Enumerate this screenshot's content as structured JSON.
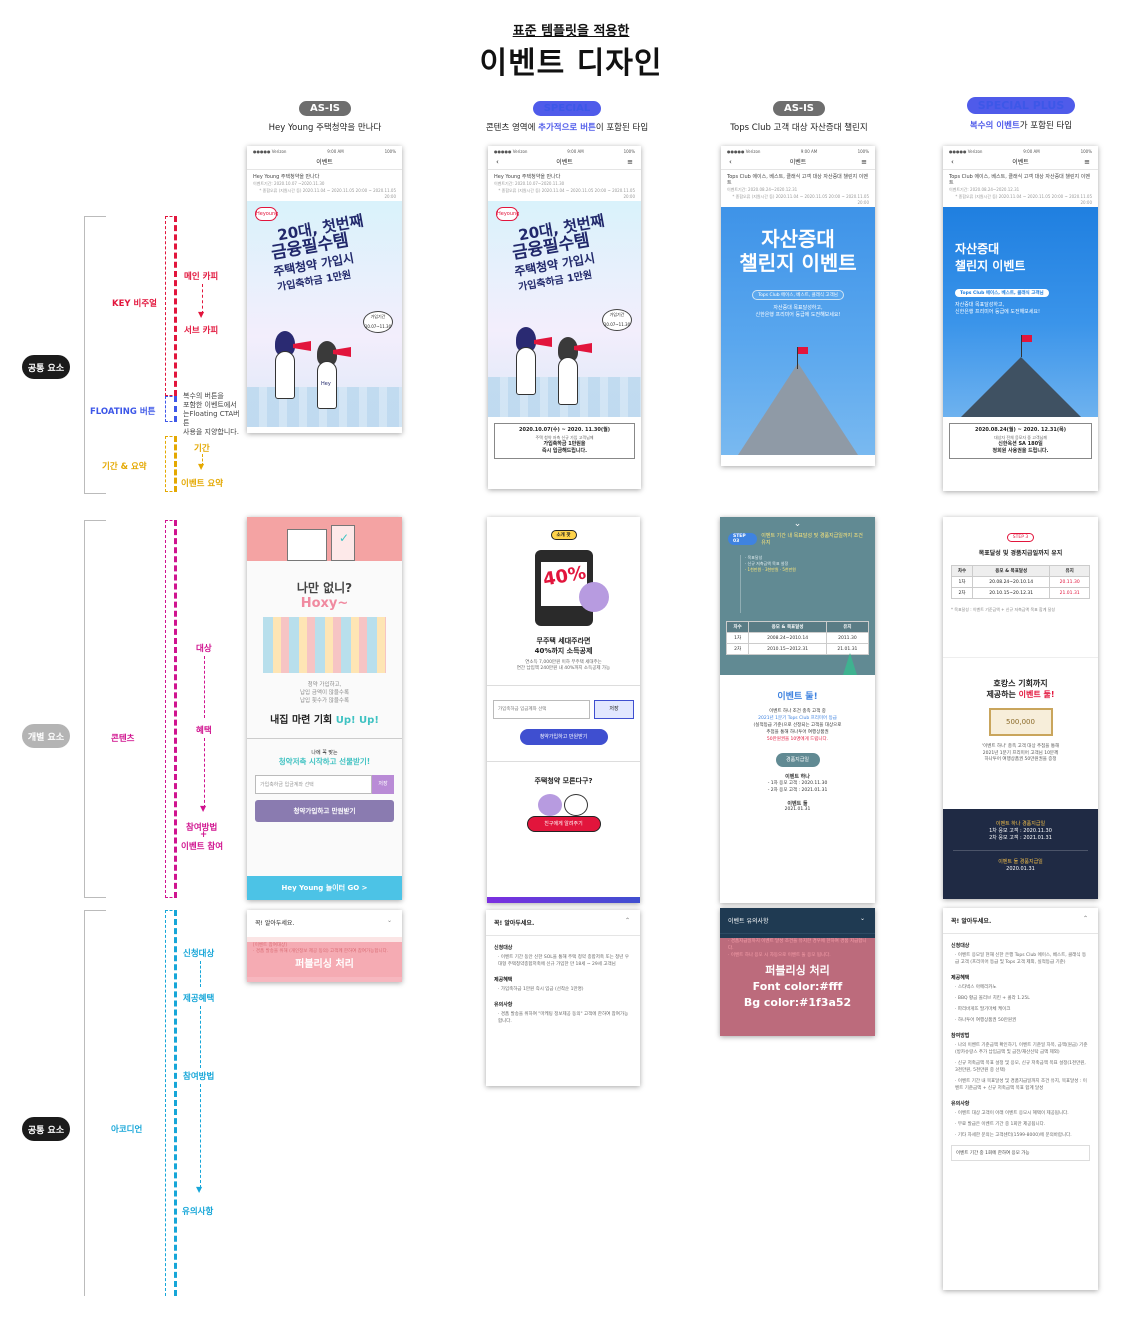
{
  "header": {
    "subtitle": "표준 템플릿을 적용한",
    "title": "이벤트 디자인"
  },
  "columns": [
    {
      "badge": "AS-IS",
      "desc_pre": "Hey Young 주택청약을 만나다",
      "desc_hl": "",
      "desc_post": ""
    },
    {
      "badge": "SPECIAL",
      "desc_pre": "콘텐츠 영역에 ",
      "desc_hl": "추가적으로 버튼",
      "desc_post": "이 포함된 타입"
    },
    {
      "badge": "AS-IS",
      "desc_pre": "Tops Club 고객 대상 자산증대 챌린지",
      "desc_hl": "",
      "desc_post": ""
    },
    {
      "badge": "SPECIAL PLUS",
      "desc_pre": "",
      "desc_hl": "복수의 이벤트",
      "desc_post": "가 포함된 타입"
    }
  ],
  "side": {
    "common1": "공통 요소",
    "individual": "개별 요소",
    "common2": "공통 요소",
    "key_visual": "KEY 비주얼",
    "main_copy": "메인 카피",
    "sub_copy": "서브 카피",
    "floating": "FLOATING 버튼",
    "floating_note": "복수의 버튼을\n포함한 이벤트에서\n는Floating CTA버\n튼\n사용을 지양합니다.",
    "period_summary": "기간 & 요약",
    "period": "기간",
    "event_summary": "이벤트 요약",
    "contents": "콘텐츠",
    "target": "대상",
    "benefit": "혜택",
    "how_to": "참여방법",
    "plus": "+",
    "event_join": "이벤트 참여",
    "accordion": "아코디언",
    "acc_target": "신청대상",
    "acc_benefit": "제공혜택",
    "acc_how": "참여방법",
    "acc_caution": "유의사항"
  },
  "phone_common": {
    "carrier": "●●●●● Verizon",
    "time": "9:00 AM",
    "battery": "100%",
    "nav_title": "이벤트"
  },
  "p1": {
    "title": "Hey Young 주택청약을 만나다",
    "date": "이벤트기간: 2020.10.07 ~2020.11.30",
    "note": "* 종합오류 (지원시간 등) 2020.11.04 ~ 2020.11.05 20:00 ~ 2020.11.05 20:00",
    "logo": "Heyoung",
    "line1": "20대, 첫번째",
    "line2": "금융필수템",
    "line3": "주택청약 가입시",
    "line4": "가입축하금 1만원",
    "sticker": "가입기간 10.07~11.30",
    "hey": "Hey"
  },
  "p2": {
    "title": "Hey Young 주택청약을 만나다",
    "date": "이벤트기간: 2020.10.07~2020.11.30",
    "note": "* 종합오류 (지원시간 등) 2020.11.04 ~ 2020.11.05 20:00 ~ 2020.11.05 20:00",
    "box_date": "2020.10.07(수) ~ 2020. 11.30(월)",
    "box_sub": "주택 청약 저축 신규 가입 고객님께",
    "box_main1": "가입축하금 1만원을",
    "box_main2": "즉시 입금해드립니다."
  },
  "p3": {
    "title": "Tops Club 에이스, 베스트, 클래식 고객 대상 자산증대 챌린지 이벤트",
    "date": "이벤트기간: 2020.08.24~2020.12.31",
    "big1": "자산증대",
    "big2": "챌린지 이벤트",
    "chip": "Tops Club 에이스, 베스트, 클래식 고객님",
    "sub1": "자산증대 목표달성하고,",
    "sub2": "신한은행 프리미어 등급에 도전해보세요!"
  },
  "p4": {
    "title": "Tops Club 에이스, 베스트, 클래식 고객 대상 자산증대 챌린지 이벤트",
    "date": "이벤트기간: 2020.08.24~2020.12.31",
    "big1": "자산증대",
    "big2": "챌린지 이벤트",
    "chip": "Tops Club 에이스, 베스트, 클래식 고객님",
    "sub1": "자산증대 목표달성하고,",
    "sub2": "신한은행 프리미어 등급에 도전해보세요!",
    "box_date": "2020.08.24(월) ~ 2020. 12.31(목)",
    "box_sub": "대상자 전체 응모자 중 고객님께",
    "box_main1": "신한옥션 SA 180일",
    "box_main2": "정회원 사용권을 드립니다."
  },
  "c1": {
    "q1": "나만 없니?",
    "q2": "Hoxy~",
    "desc": "청약 가입하고,\n납입 금액이 많을수록\n납입 횟수가 많을수록",
    "cta_a": "내집 마련 기회 ",
    "cta_b": "Up! Up!",
    "small": "나에 꼭 맞는",
    "headline": "청약저축 시작하고 선물받기!",
    "select": "가입축하금 입금계좌 선택",
    "save": "저장",
    "join": "청약가입하고 만원받기",
    "go": "Hey Young 놀이터 GO >"
  },
  "c2": {
    "tag": "소개 팟",
    "percent": "40%",
    "h1": "무주택 세대주라면",
    "h2": "40%까지 소득공제",
    "d1": "연소득 7,000만원 이하 무주택 세대주는",
    "d2": "연간 납입액 240만원 내 40%까지 소득공제 가능",
    "select": "가입축하금 입금계좌 선택",
    "save": "저장",
    "join": "청약가입하고 만원받기",
    "q": "주택청약 모른다구?",
    "share": "친구에게 알려주기"
  },
  "c3": {
    "step": "STEP 03",
    "title": "이벤트 기간 내 목표달성 및 경품지급일까지 조건 유지",
    "h_no": "차수",
    "h_period": "응모 & 목표달성",
    "h_keep": "유지",
    "r1": [
      "1차",
      "2008.24~2010.14",
      "2011.30"
    ],
    "r2": [
      "2차",
      "2010.15~2012.31",
      "21.01.31"
    ],
    "ev2_a": "이벤트 ",
    "ev2_b": "둘!",
    "desc1": "이벤트 하나 조건 충족 고객 중",
    "desc2": "2021년 1분기 Tops Club 프리미어 등급",
    "desc3": "(실적등급 기준)으로 선정되는 고객을 대상으로",
    "desc4": "추첨을 통해 하나투어 여행상품권",
    "desc5": "50만원권을 10명에게 드립니다.",
    "btn": "경품지급일",
    "ev1": "이벤트 하나",
    "d1": "- 1차 응모 고객 : 2020.11.30",
    "d2": "- 2차 응모 고객 : 2021.01.31",
    "ev2": "이벤트 둘",
    "d3": "2021.01.31"
  },
  "c4": {
    "step": "STEP 3",
    "title": "목표달성 및 경품지급일까지 유지",
    "h_no": "차수",
    "h_period": "응모 & 목표달성",
    "h_keep": "유지",
    "r1": [
      "1차",
      "20.08.24~20.10.14",
      "20.11.30"
    ],
    "r2": [
      "2차",
      "20.10.15~20.12.31",
      "21.01.31"
    ],
    "h1": "호캉스 기회까지",
    "h2a": "제공하는 ",
    "h2b": "이벤트 둘!",
    "voucher": "500,000",
    "note": "'이벤트 하나' 충족 고객 대상 추첨을 통해\n2021년 1분기 프리미어 고객님 10분께\n하나투어 여행상품권 50만원권을 증정",
    "b1": "이벤트 하나 경품지급일",
    "b2": "1차 응모 고객 : 2020.11.30",
    "b3": "2차 응모 고객 : 2021.01.31",
    "b4": "이벤트 둘 경품지급일",
    "b5": "2020.01.31"
  },
  "a1": {
    "head": "꼭! 알아두세요.",
    "overlay": "퍼블리싱 처리",
    "t1": "[이벤트 참여대상]",
    "t2": "· 경품 발송을 위해 (개인정보 제공 동의) 고객께 한하여 참여가능합니다."
  },
  "a2": {
    "head": "꼭! 알아두세요.",
    "s1": "신청대상",
    "t1": "· 이벤트 기간 동안 신한 SOL을 통해 주택 청약 종합저축 또는 청년 우대형 주택청약종합저축에 신규 가입한 만 18세 ~ 29세 고객님",
    "s2": "제공혜택",
    "t2": "· 가입축하금 1만원 즉시 입금 (선착순 1만명)",
    "s3": "유의사항",
    "t3": "· 경품 발송을 위하여 \"마케팅 정보제공 동의\" 고객에 한하여 참여가능합니다."
  },
  "a3": {
    "head": "이벤트 유의사항",
    "o1": "퍼블리싱 처리",
    "o2": "Font color:#fff",
    "o3": "Bg color:#1f3a52",
    "t1": "· 경품지급일까지 이벤트 달성 조건을 유지한 경우에 한하여 경품 지급합니다.",
    "t2": "· 이벤트 하나 응모 시 자동으로 이벤트 둘 응모 됩니다."
  },
  "a4": {
    "head": "꼭! 알아두세요.",
    "s1": "신청대상",
    "t1": "· 이벤트 응모일 현재 신한 은행 Tops Club 에이스, 베스트, 클래식 등급 고객 (프리미어 등급 및 Tops 고객 제외, 실적등급 기준)",
    "s2": "제공혜택",
    "t2a": "· 스타벅스 아메리카노",
    "t2b": "· BBQ 황금 올리브 치킨 + 콜라 1.25L",
    "t2c": "· 파리바게뜨 딸기마체 케이크",
    "t2d": "· 하나투어 여행상품권 50만원권",
    "s3": "참여방법",
    "t3a": "· 나의 이벤트 기준금액 확인하기, 이벤트 기준일 자목, 금액(원금) 기준 (방카슈랑스 추가 납입금액 및 금전/재산신탁 금액 제외)",
    "t3b": "· 신규 저축금액 목표 설정 및 응모, 신규 저축금액 목표 설정(1천만원, 3천만원, 5천만원 중 선택)",
    "t3c": "· 이벤트 기간 내 목표달성 및 경품지급일까지 조건 유지, 목표달성 : 이벤트 기준금액 + 신규 저축금액 목표 합계 달성",
    "s4": "유의사항",
    "t4a": "· 이벤트 대상 고객이 아래 이벤트 응모시 혜택이 제공됩니다.",
    "t4b": "· 무료 발급은 이벤트 기간 중 1회만 제공됩니다.",
    "t4c": "· 기타 자세한 문의는 고객센터(1599-8000)에 문의바랍니다.",
    "t4d": "이벤트 기간 중 1회에 한하여 응모 가능"
  }
}
